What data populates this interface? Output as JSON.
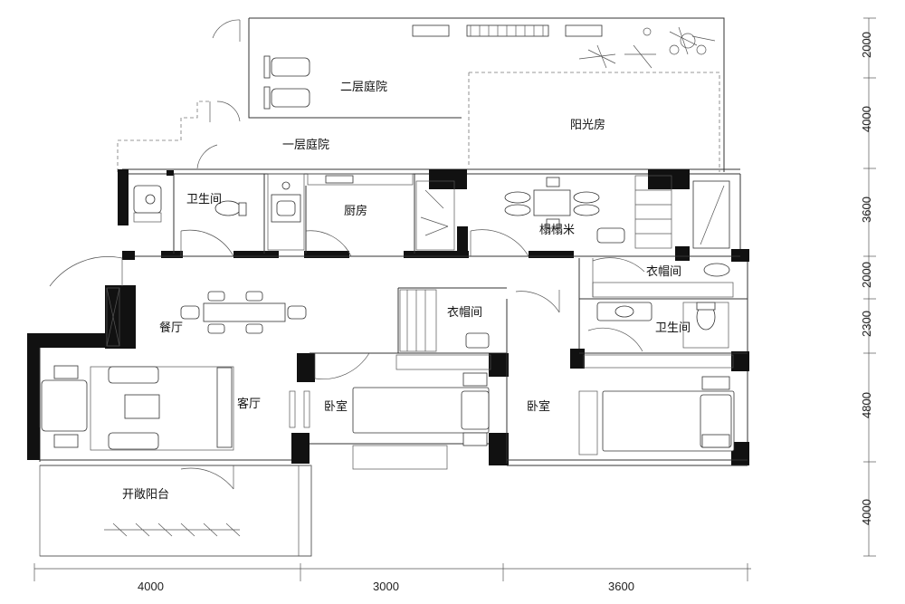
{
  "rooms": {
    "second_floor_courtyard": "二层庭院",
    "first_floor_courtyard": "一层庭院",
    "sunroom": "阳光房",
    "bathroom_left": "卫生间",
    "kitchen": "厨房",
    "tatami": "榻榻米",
    "cloakroom_right": "衣帽间",
    "dining": "餐厅",
    "cloakroom_middle": "衣帽间",
    "bathroom_right": "卫生间",
    "living": "客厅",
    "bedroom_middle": "卧室",
    "bedroom_right": "卧室",
    "open_balcony": "开敞阳台"
  },
  "dimensions": {
    "bottom": [
      "4000",
      "3000",
      "3600"
    ],
    "right": [
      "2000",
      "4000",
      "3600",
      "2000",
      "2300",
      "4800",
      "4000"
    ]
  },
  "colors": {
    "wall": "#111111",
    "line": "#333333",
    "background": "#ffffff"
  }
}
